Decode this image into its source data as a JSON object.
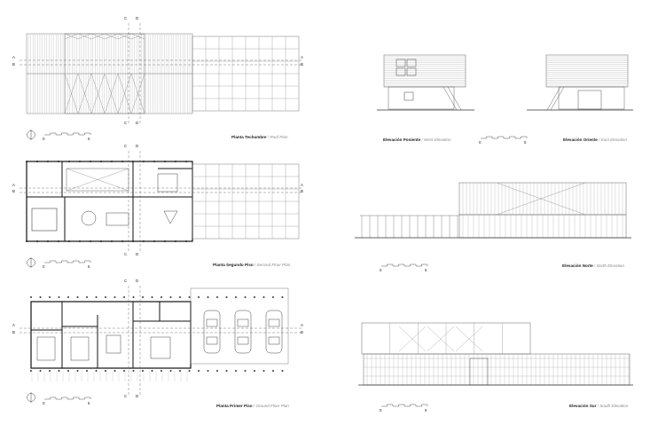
{
  "sheet": {
    "plans": [
      {
        "id": "roof",
        "title_es": "Planta Techumbre",
        "title_en": "Roof Plan"
      },
      {
        "id": "second",
        "title_es": "Planta Segundo Piso",
        "title_en": "Second Floor Plan"
      },
      {
        "id": "ground",
        "title_es": "Planta Primer Piso",
        "title_en": "Ground Floor Plan"
      }
    ],
    "elevations": [
      {
        "id": "west",
        "title_es": "Elevación Poniente",
        "title_en": "West Elevation"
      },
      {
        "id": "east",
        "title_es": "Elevación Oriente",
        "title_en": "East Elevation"
      },
      {
        "id": "north",
        "title_es": "Elevación Norte",
        "title_en": "North Elevation"
      },
      {
        "id": "south",
        "title_es": "Elevación Sur",
        "title_en": "South Elevation"
      }
    ],
    "separator": "/",
    "section_marks": {
      "c": "C",
      "d": "D",
      "a": "A",
      "b": "B"
    },
    "scale_labels": {
      "start": "0",
      "end": "5"
    },
    "colors": {
      "line": "#555555",
      "light": "#9a9a9a",
      "wall": "#111111",
      "text": "#222222",
      "muted": "#8a8a8a"
    }
  }
}
